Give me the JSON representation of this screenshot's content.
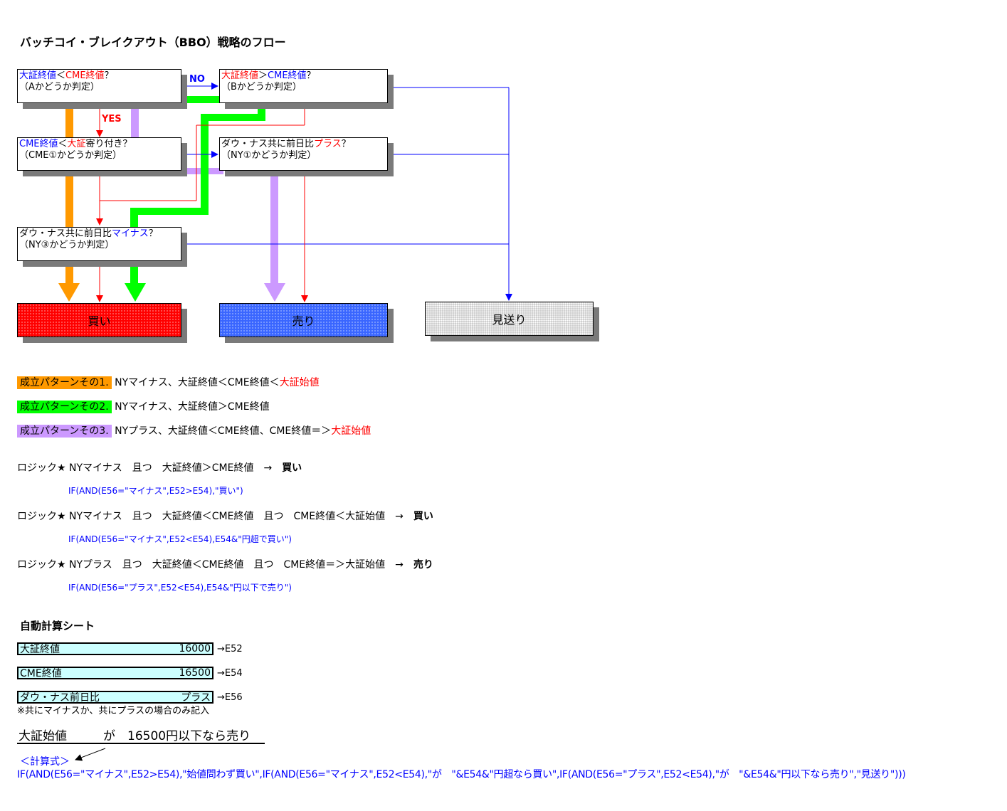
{
  "title": "バッチコイ・ブレイクアウト（BBO）戦略のフロー",
  "flow": {
    "boxA": {
      "p1": "大証終値",
      "p2": "＜",
      "p3": "CME終値",
      "p4": "？",
      "sub": "（Aかどうか判定）"
    },
    "boxB": {
      "p1": "大証終値",
      "p2": "＞",
      "p3": "CME終値",
      "p4": "？",
      "sub": "（Bかどうか判定）"
    },
    "boxC": {
      "p1": "CME終値",
      "p2": "＜",
      "p3": "大証",
      "p4": "寄り付き？",
      "sub": "（CME①かどうか判定）"
    },
    "boxD": {
      "p1": "ダウ・ナス共に前日比",
      "p2": "プラス",
      "p3": "？",
      "sub": "（NY①かどうか判定）"
    },
    "boxE": {
      "p1": "ダウ・ナス共に前日比",
      "p2": "マイナス",
      "p3": "？",
      "sub": "（NY③かどうか判定）"
    },
    "label_no": "NO",
    "label_yes": "YES",
    "out_buy": "買い",
    "out_sell": "売り",
    "out_pass": "見送り",
    "colors": {
      "orange": "#ff9900",
      "green": "#00ff00",
      "lavender": "#cc99ff",
      "red": "#ff0000",
      "blue": "#0000ff"
    }
  },
  "patterns": [
    {
      "tag": "成立パターンその1.",
      "text": "NYマイナス、大証終値＜CME終値＜",
      "red": "大証始値"
    },
    {
      "tag": "成立パターンその2.",
      "text": "NYマイナス、大証終値＞CME終値",
      "red": ""
    },
    {
      "tag": "成立パターンその3.",
      "text": "NYプラス、大証終値＜CME終値、CME終値＝＞",
      "red": "大証始値"
    }
  ],
  "logic": [
    {
      "text": "ロジック★ NYマイナス　且つ　大証終値＞CME終値　→　",
      "result": "買い",
      "formula": "IF(AND(E56=\"マイナス\",E52>E54),\"買い\")"
    },
    {
      "text": "ロジック★ NYマイナス　且つ　大証終値＜CME終値　且つ　CME終値＜大証始値　→　",
      "result": "買い",
      "formula": "IF(AND(E56=\"マイナス\",E52<E54),E54&\"円超で買い\")"
    },
    {
      "text": "ロジック★ NYプラス　且つ　大証終値＜CME終値　且つ　CME終値＝＞大証始値　→　",
      "result": "売り",
      "formula": "IF(AND(E56=\"プラス\",E52<E54),E54&\"円以下で売り\")"
    }
  ],
  "calc": {
    "heading": "自動計算シート",
    "rows": [
      {
        "label": "大証終値",
        "value": "16000",
        "ref": "→E52"
      },
      {
        "label": "CME終値",
        "value": "16500",
        "ref": "→E54"
      },
      {
        "label": "ダウ・ナス前日比",
        "value": "プラス",
        "ref": "→E56"
      }
    ],
    "note": "※共にマイナスか、共にプラスの場合のみ記入",
    "result": "大証始値　　　が　16500円以下なら売り",
    "formula_heading": "＜計算式＞",
    "formula": "IF(AND(E56=\"マイナス\",E52>E54),\"始値問わず買い\",IF(AND(E56=\"マイナス\",E52<E54),\"が　\"&E54&\"円超なら買い\",IF(AND(E56=\"プラス\",E52<E54),\"が　\"&E54&\"円以下なら売り\",\"見送り\")))"
  }
}
